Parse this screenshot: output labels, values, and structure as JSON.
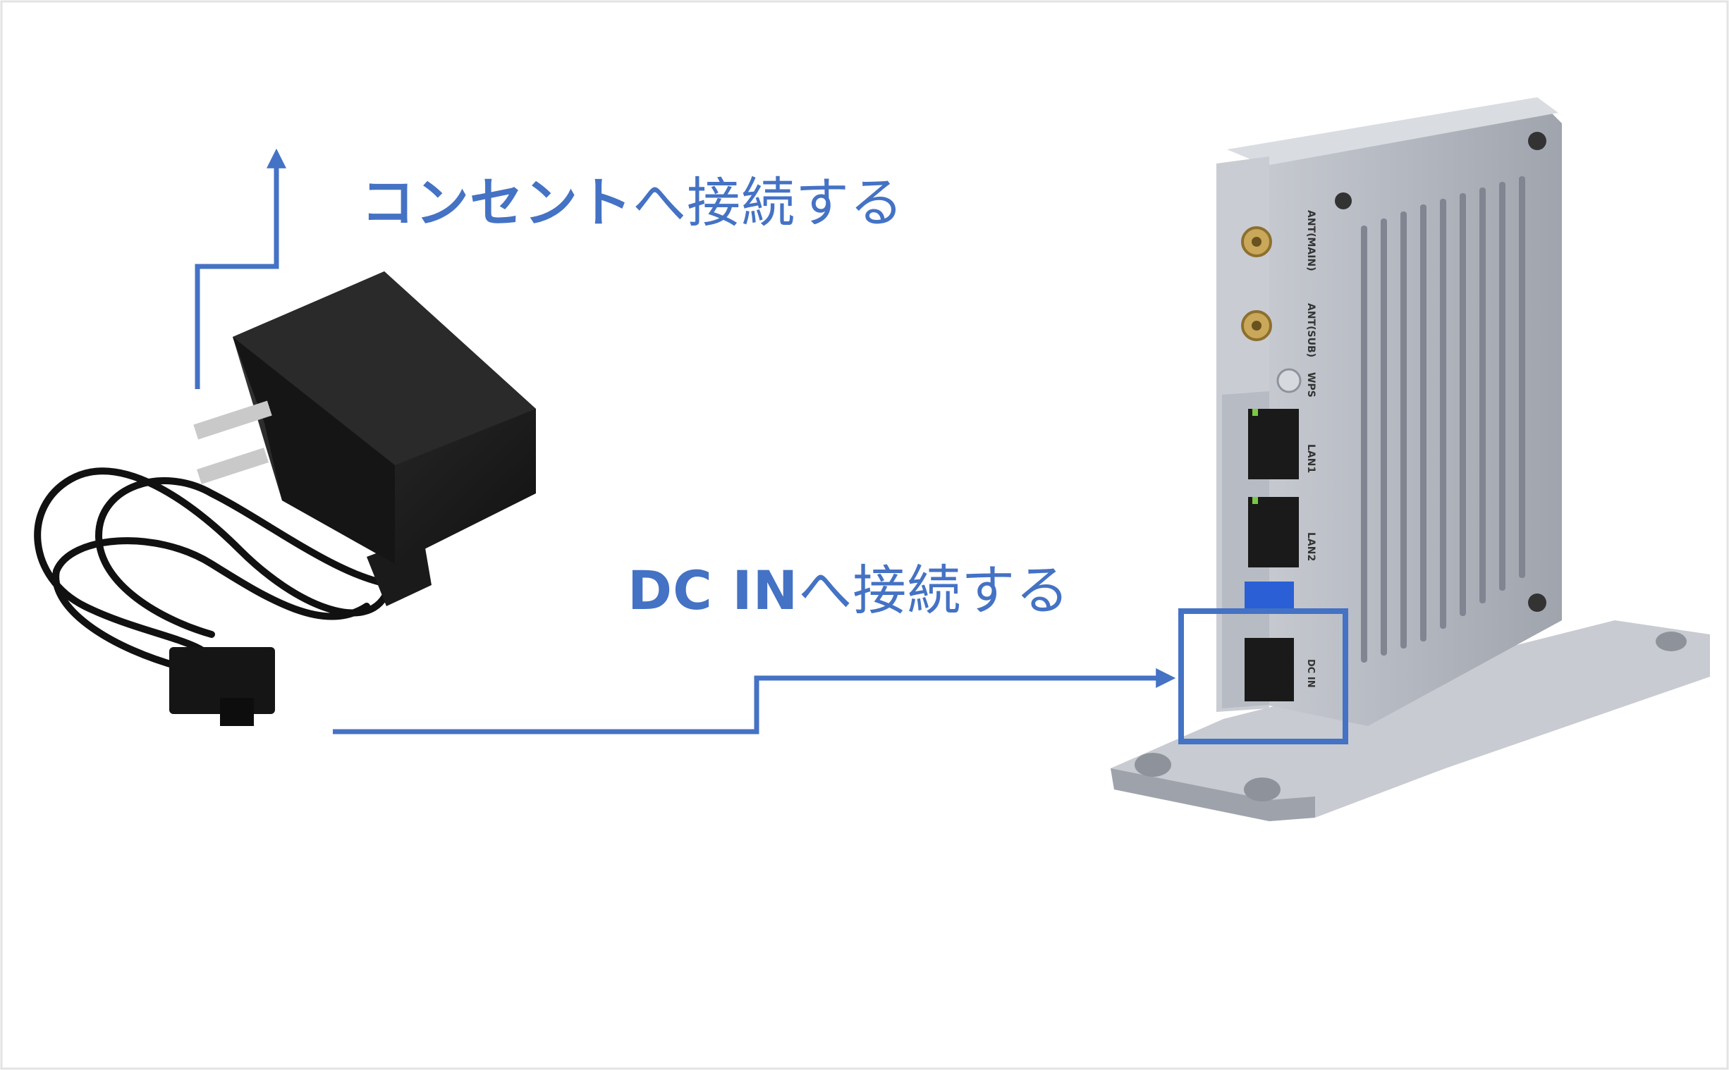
{
  "labels": {
    "outlet": {
      "bold": "コンセント",
      "rest": "へ接続する"
    },
    "dcin": {
      "bold": "DC IN",
      "rest": "へ接続する"
    }
  },
  "device": {
    "ports": {
      "ant_main": "ANT(MAIN)",
      "ant_sub": "ANT(SUB)",
      "wps": "WPS",
      "lan1": "LAN1",
      "lan2": "LAN2",
      "dc_in": "DC IN"
    }
  },
  "colors": {
    "accent": "#4472c4",
    "adapter": "#1d1d1d",
    "device_body": "#a9adb6",
    "device_panel": "#c9ccd3"
  },
  "icons": {
    "adapter": "ac-adapter-icon",
    "router": "router-device-icon"
  }
}
